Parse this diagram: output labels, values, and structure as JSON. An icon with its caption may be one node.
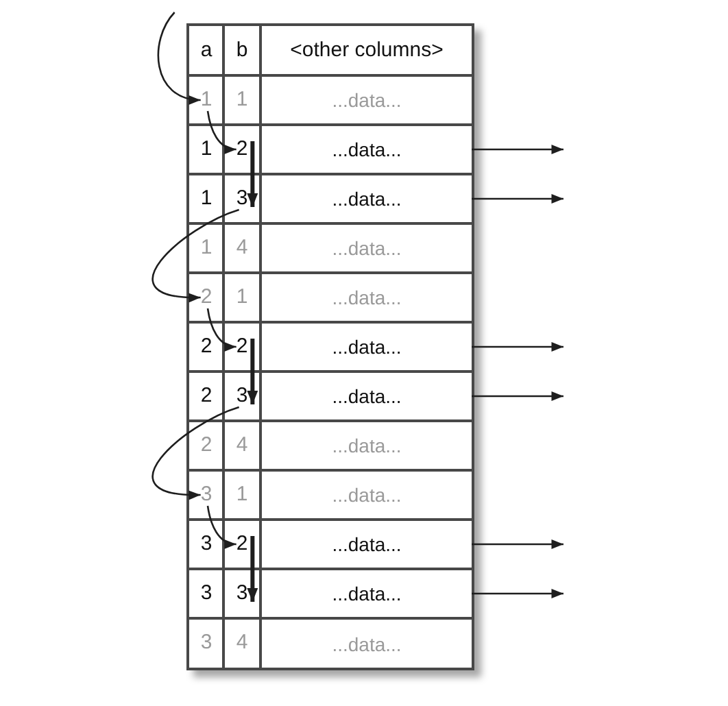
{
  "diagram": {
    "nodes": [
      {
        "text": [
          "a"
        ]
      },
      {
        "text": [
          "b"
        ]
      },
      {
        "text": [
          "<other columns>"
        ]
      },
      {
        "text": [
          "1"
        ]
      },
      {
        "text": [
          "1"
        ]
      },
      {
        "text": [
          "...data..."
        ]
      },
      {
        "text": [
          "1"
        ]
      },
      {
        "text": [
          "2"
        ]
      },
      {
        "text": [
          "...data..."
        ]
      },
      {
        "text": [
          "1"
        ]
      },
      {
        "text": [
          "3"
        ]
      },
      {
        "text": [
          "...data..."
        ]
      },
      {
        "text": [
          "1"
        ]
      },
      {
        "text": [
          "4"
        ]
      },
      {
        "text": [
          "...data..."
        ]
      },
      {
        "text": [
          "2"
        ]
      },
      {
        "text": [
          "1"
        ]
      },
      {
        "text": [
          "...data..."
        ]
      },
      {
        "text": [
          "2"
        ]
      },
      {
        "text": [
          "2"
        ]
      },
      {
        "text": [
          "...data..."
        ]
      },
      {
        "text": [
          "2"
        ]
      },
      {
        "text": [
          "3"
        ]
      },
      {
        "text": [
          "...data..."
        ]
      },
      {
        "text": [
          "2"
        ]
      },
      {
        "text": [
          "4"
        ]
      },
      {
        "text": [
          "...data..."
        ]
      },
      {
        "text": [
          "3"
        ]
      },
      {
        "text": [
          "1"
        ]
      },
      {
        "text": [
          "...data..."
        ]
      },
      {
        "text": [
          "3"
        ]
      },
      {
        "text": [
          "2"
        ]
      },
      {
        "text": [
          "...data..."
        ]
      },
      {
        "text": [
          "3"
        ]
      },
      {
        "text": [
          "3"
        ]
      },
      {
        "text": [
          "...data..."
        ]
      },
      {
        "text": [
          "3"
        ]
      },
      {
        "text": [
          "4"
        ]
      },
      {
        "text": [
          "...data..."
        ]
      }
    ],
    "edges": [
      {
        "from": null,
        "to": 3,
        "arrow": "to"
      },
      {
        "from": 3,
        "to": 7,
        "arrow": "to"
      },
      {
        "from": 7,
        "to": 10,
        "arrow": "to",
        "style": "thick"
      },
      {
        "from": 8,
        "to": null,
        "arrow": "to"
      },
      {
        "from": 11,
        "to": null,
        "arrow": "to"
      },
      {
        "from": 10,
        "to": 15,
        "arrow": "to"
      },
      {
        "from": 15,
        "to": 19,
        "arrow": "to"
      },
      {
        "from": 19,
        "to": 22,
        "arrow": "to",
        "style": "thick"
      },
      {
        "from": 20,
        "to": null,
        "arrow": "to"
      },
      {
        "from": 23,
        "to": null,
        "arrow": "to"
      },
      {
        "from": 22,
        "to": 27,
        "arrow": "to"
      },
      {
        "from": 27,
        "to": 31,
        "arrow": "to"
      },
      {
        "from": 31,
        "to": 34,
        "arrow": "to",
        "style": "thick"
      },
      {
        "from": 32,
        "to": null,
        "arrow": "to"
      },
      {
        "from": 35,
        "to": null,
        "arrow": "to"
      }
    ]
  }
}
